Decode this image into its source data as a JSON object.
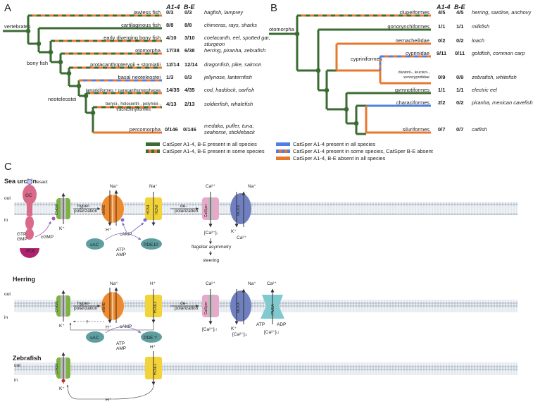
{
  "panels": {
    "a": "A",
    "b": "B",
    "c": "C"
  },
  "colors": {
    "green": "#3a6b32",
    "blue": "#4f7fe6",
    "orange": "#e8772e",
    "membrane": "#c9d2db",
    "cng": "#7cb342",
    "nhe": "#ef8a2e",
    "hcn": "#f2d33a",
    "catsper": "#e5a9c9",
    "nckx": "#6f7fbf",
    "pmca": "#7fc9cf",
    "gc": "#d96a8a",
    "sac": "#5f9ea0",
    "pathway": "#7a6fc6",
    "gmp": "#b24fbf"
  },
  "panel_a": {
    "header_a": "A1-4",
    "header_b": "B-E",
    "root_label": "vertebrates",
    "node_bony": "bony fish",
    "node_neo": "neoteleostei",
    "rows": [
      {
        "taxon": "jawless fish",
        "a": "0/3",
        "b": "0/3",
        "examples": "hagfish, lamprey"
      },
      {
        "taxon": "cartilaginous fish",
        "a": "8/8",
        "b": "8/8",
        "examples": "chimeras, rays, sharks"
      },
      {
        "taxon": "early diverging bony fish",
        "a": "4/10",
        "b": "3/10",
        "examples": "coelacanth, eel, spotted gar,",
        "examples2": "sturgeon"
      },
      {
        "taxon": "otomorpha",
        "a": "17/38",
        "b": "6/38",
        "examples": "herring, piranha, zebrafish"
      },
      {
        "taxon": "protacanthopterygii + stomiatii",
        "a": "12/14",
        "b": "12/14",
        "examples": "dragonfish, pike, salmon"
      },
      {
        "taxon": "basal neoteleostei",
        "a": "1/3",
        "b": "0/3",
        "examples": "jellynose, lanternfish"
      },
      {
        "taxon": "lampridiformes + paracanthomorphacea",
        "a": "14/35",
        "b": "4/35",
        "examples": "cod, haddock, oarfish"
      },
      {
        "taxon": "beryci-, holocentri-, polymixi-,",
        "taxon2": "trachichthyiformes",
        "a": "4/13",
        "b": "2/13",
        "examples": "soldierfish, whalefish"
      },
      {
        "taxon": "percomorpha",
        "a": "0/146",
        "b": "0/146",
        "examples": "medaka, puffer, tuna,",
        "examples2": "seahorse, stickleback"
      }
    ]
  },
  "panel_b": {
    "header_a": "A1-4",
    "header_b": "B-E",
    "root_label": "otomorpha",
    "node_cypr": "cypriniformes",
    "rows": [
      {
        "taxon": "clupeiformes",
        "a": "4/5",
        "b": "4/5",
        "examples": "herring, sardine, anchovy"
      },
      {
        "taxon": "gonorynchiformes",
        "a": "1/1",
        "b": "1/1",
        "examples": "milkfish"
      },
      {
        "taxon": "nemacheilidae",
        "a": "0/2",
        "b": "0/2",
        "examples": "loach"
      },
      {
        "taxon": "cyprinidae",
        "a": "9/11",
        "b": "0/11",
        "examples": "goldfish, common carp"
      },
      {
        "taxon": "danionI-, leucisci-,",
        "taxon2": "xenocyprididae",
        "a": "0/9",
        "b": "0/9",
        "examples": "zebrafish, whitefish"
      },
      {
        "taxon": "gymnotiformes",
        "a": "1/1",
        "b": "1/1",
        "examples": "electric eel"
      },
      {
        "taxon": "characiformes",
        "a": "2/2",
        "b": "0/2",
        "examples": "piranha, mexican cavefish"
      },
      {
        "taxon": "siluriformes",
        "a": "0/7",
        "b": "0/7",
        "examples": "catfish"
      }
    ]
  },
  "legend": [
    {
      "text": "CatSper A1-4, B-E present in all species"
    },
    {
      "text": "CatSper A1-4, B-E present in some species"
    },
    {
      "text": "CatSper A1-4 present in all species"
    },
    {
      "text": "CatSper A1-4 present in some species, CatSper B-E absent"
    },
    {
      "text": "CatSper A1-4, B-E absent in all species"
    }
  ],
  "panel_c": {
    "out": "out",
    "in": "in",
    "urchin": {
      "title": "Sea urchin",
      "resact": "resact",
      "gc": "GC",
      "cgmp": "cGMP",
      "gtp": "GTP",
      "gmp": "GMP",
      "pde": "PDE",
      "cngk": "CNGK",
      "k": "K⁺",
      "hyper": "hyper-",
      "pol": "polarization",
      "snhe": "sNHE",
      "na": "Na⁺",
      "h": "H⁺",
      "hcn1": "HCN1",
      "hcn2": "HCN2",
      "de": "de-",
      "pol2": "polarization",
      "ca": "Ca²⁺",
      "catsper": "CatSper",
      "cai": "[Ca²⁺]ᵢ",
      "nckx": "NCKX",
      "na2": "Na⁺",
      "k2": "K⁺",
      "ca2": "Ca²⁺",
      "sac": "sAC",
      "camp": "cAMP",
      "atp": "ATP",
      "amp": "AMP",
      "pde10": "PDE10",
      "flagellar": "flagellar asymmetry",
      "steering": "steering"
    },
    "herring": {
      "title": "Herring",
      "cngk": "CNGK",
      "k": "K⁺",
      "hyper": "hyper-",
      "pol": "polarization",
      "snhe": "sNHE",
      "na": "Na⁺",
      "h": "H⁺",
      "q": "?",
      "hcnl2": "HCNL2",
      "h2": "H⁺",
      "de": "de-",
      "pol2": "polarization",
      "ca": "Ca²⁺",
      "catsper": "CatSper",
      "cai_up": "[Ca²⁺]ᵢ↑",
      "nckx": "NCKX",
      "na2": "Na⁺",
      "k2": "K⁺",
      "cai_down": "[Ca²⁺]ᵢ↓",
      "pmca": "PMCA",
      "ca3": "Ca²⁺",
      "atp": "ATP",
      "adp": "ADP",
      "cai_down2": "[Ca²⁺]ᵢ↓",
      "sac": "sAC",
      "camp": "cAMP",
      "atp2": "ATP",
      "amp": "AMP",
      "pde": "PDE ?"
    },
    "zebrafish": {
      "title": "Zebrafish",
      "cngk": "CNGK",
      "k": "K⁺",
      "hcnl1": "HCNL1",
      "h": "H⁺",
      "h2": "H⁺"
    }
  }
}
